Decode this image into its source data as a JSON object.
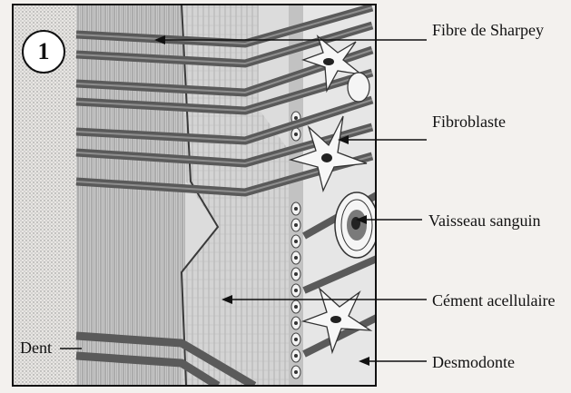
{
  "figure": {
    "number": "1",
    "labels": {
      "sharpey": "Fibre de Sharpey",
      "fibroblaste": "Fibroblaste",
      "vaisseau": "Vaisseau sanguin",
      "cement": "Cément acellulaire",
      "dent": "Dent",
      "desmodonte": "Desmodonte"
    }
  }
}
